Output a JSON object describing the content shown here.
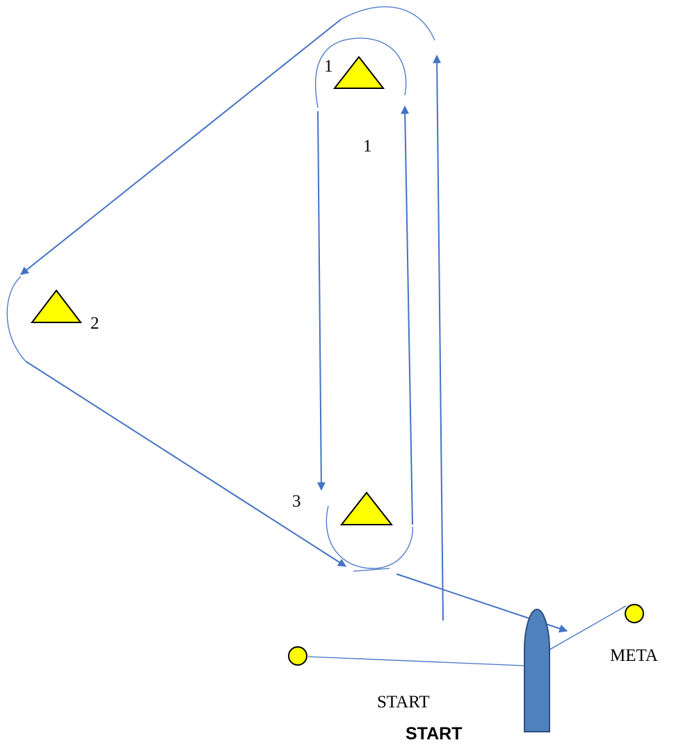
{
  "labels": {
    "mark1_label": "1",
    "leg1_label": "1",
    "mark2_label": "2",
    "mark3_label": "3",
    "finish_label": "META",
    "start_label": "START",
    "start_label_bold": "START"
  },
  "colors": {
    "route": "#4472C4",
    "mark_fill": "#FFFF00",
    "outline": "#000000",
    "boat": "#4F81BD",
    "boat_outline": "#2F4F7F"
  },
  "icons": {
    "course_mark": "yellow-triangle-buoy",
    "line_mark": "yellow-circle-buoy",
    "committee_boat": "boat-icon"
  }
}
